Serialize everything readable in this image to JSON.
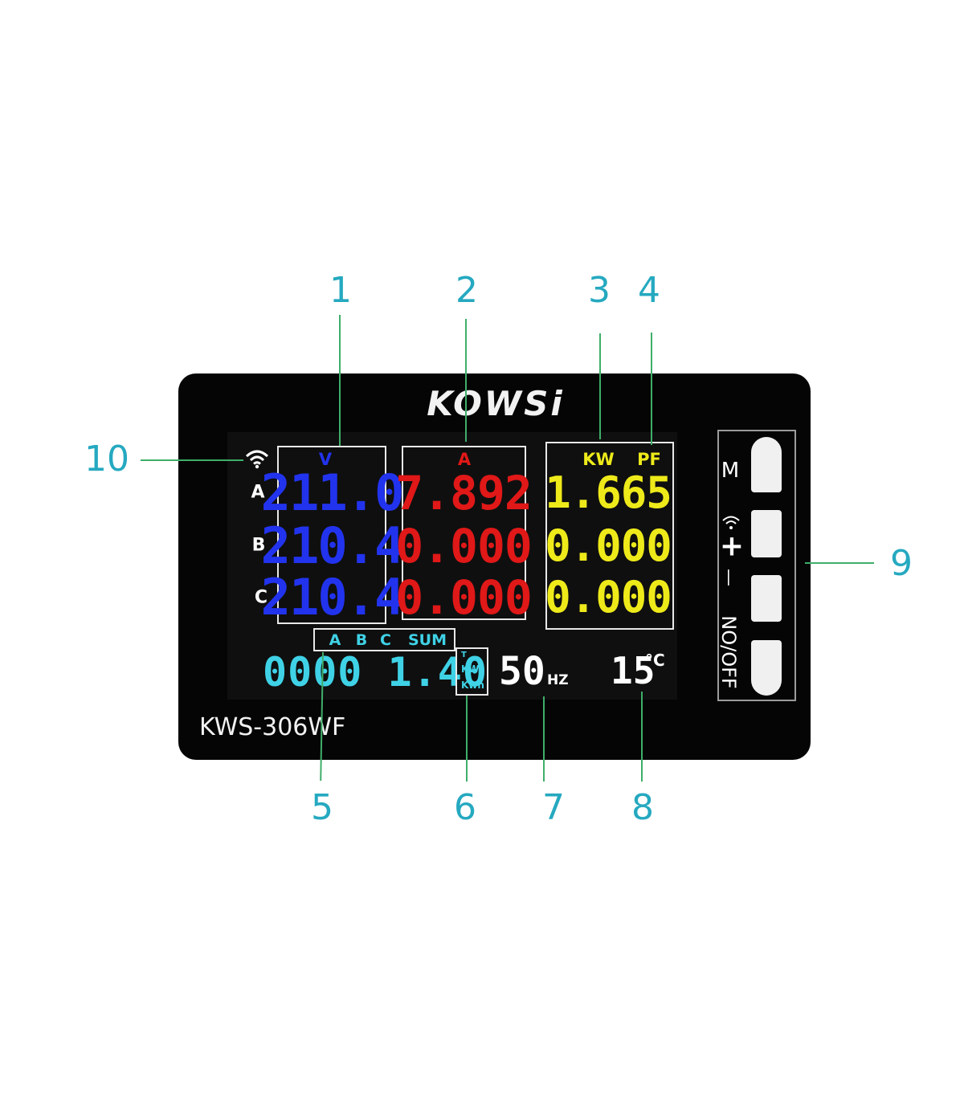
{
  "brand": "KOWSi",
  "model": "KWS-306WF",
  "callouts": [
    "1",
    "2",
    "3",
    "4",
    "5",
    "6",
    "7",
    "8",
    "9",
    "10"
  ],
  "phases": [
    "A",
    "B",
    "C"
  ],
  "voltage": {
    "unit": "V",
    "values": [
      "211.0",
      "210.4",
      "210.4"
    ]
  },
  "current": {
    "unit": "A",
    "values": [
      "7.892",
      "0.000",
      "0.000"
    ]
  },
  "power": {
    "unit_kw": "KW",
    "unit_pf": "PF",
    "values": [
      "1.665",
      "0.000",
      "0.000"
    ]
  },
  "selector": [
    "A",
    "B",
    "C",
    "SUM"
  ],
  "energy": {
    "value": "0000 1.40",
    "units": [
      "T",
      "KW",
      "Kwh"
    ]
  },
  "frequency": {
    "value": "50",
    "unit": "HZ"
  },
  "temperature": {
    "value": "15",
    "unit": "°C"
  },
  "buttons": {
    "m": "M",
    "plus": "+",
    "minus": "—",
    "onoff": "NO/OFF"
  },
  "icons": [
    "wifi-icon"
  ],
  "colors": {
    "callout": "#25a9c0",
    "leader": "#3fae6a",
    "voltage": "#2233ee",
    "current": "#e01818",
    "power": "#eeea1a",
    "energy": "#3fd2e6"
  }
}
